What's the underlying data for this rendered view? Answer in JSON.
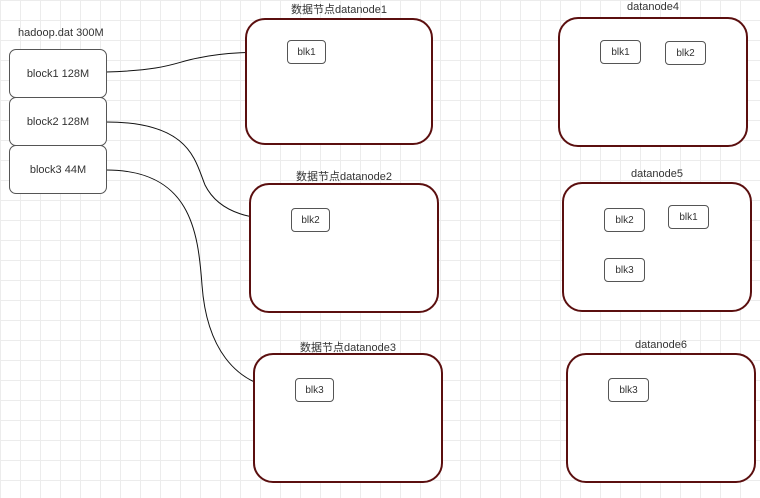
{
  "file": {
    "label": "hadoop.dat 300M"
  },
  "blocks": [
    {
      "label": "block1 128M"
    },
    {
      "label": "block2 128M"
    },
    {
      "label": "block3 44M"
    }
  ],
  "nodes": [
    {
      "title": "数据节点datanode1",
      "blks": [
        "blk1"
      ]
    },
    {
      "title": "数据节点datanode2",
      "blks": [
        "blk2"
      ]
    },
    {
      "title": "数据节点datanode3",
      "blks": [
        "blk3"
      ]
    },
    {
      "title": "datanode4",
      "blks": [
        "blk1",
        "blk2"
      ]
    },
    {
      "title": "datanode5",
      "blks": [
        "blk2",
        "blk1",
        "blk3"
      ]
    },
    {
      "title": "datanode6",
      "blks": [
        "blk3"
      ]
    }
  ]
}
